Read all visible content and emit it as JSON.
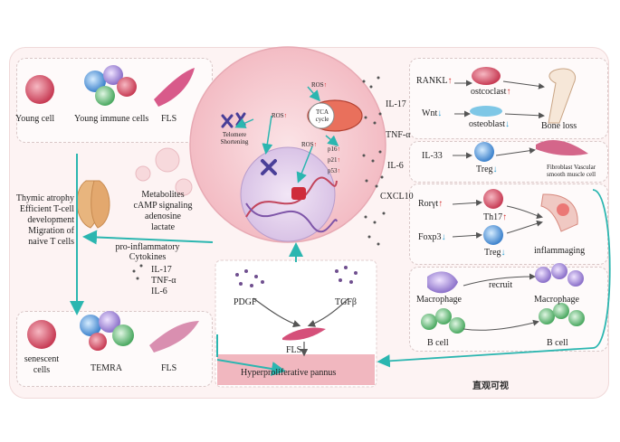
{
  "left_top": {
    "young_cell": "Young cell",
    "young_immune_cells": "Young immune cells",
    "fls": "FLS"
  },
  "left_middle": {
    "functions": [
      "Thymic atrophy",
      "Efficient T-cell",
      "development",
      "Migration of",
      "naive T cells"
    ],
    "metabolites": [
      "Metabolites",
      "cAMP signaling",
      "adenosine",
      "lactate"
    ],
    "pro_inflammatory": [
      "pro-inflammatory",
      "Cytokines"
    ],
    "cytokines": [
      "IL-17",
      "TNF-α",
      "IL-6"
    ]
  },
  "left_bottom": {
    "senescent": [
      "senescent",
      "cells"
    ],
    "temra": "TEMRA",
    "fls": "FLS"
  },
  "center": {
    "ros": "ROS",
    "tca": [
      "TCA",
      "cycle"
    ],
    "telomere": [
      "Telomere",
      "Shortening"
    ],
    "markers": [
      "p16",
      "p21",
      "p53"
    ],
    "pdgf": "PDGF",
    "tgfb": "TGFβ",
    "fls": "FLS",
    "pannus": "Hyperproliferative pannus"
  },
  "cytokine_column": [
    "IL-17",
    "TNF-α",
    "IL-6",
    "CXCL10"
  ],
  "right": {
    "rankl": "RANKL",
    "osteoclast": "ostcoclast",
    "wnt": "Wnt",
    "osteoblast": "osteoblast",
    "bone_loss": "Bone loss",
    "il33": "IL-33",
    "treg": "Treg",
    "fibroblast": [
      "Fibroblast Vascular",
      "smooth muscle cell"
    ],
    "roryt": "Rorγt",
    "th17": "Th17",
    "foxp3": "Foxp3",
    "treg2": "Treg",
    "inflammaging": "inflammaging",
    "macrophage": "Macrophage",
    "recruit": "recruit",
    "macrophage2": "Macrophage",
    "b_cell": "B cell",
    "b_cell2": "B cell"
  },
  "logo": "直观可视",
  "colors": {
    "teal_arrow": "#2bb6b0",
    "up_arrow": "#d32b2b",
    "down_arrow": "#2b9fd3",
    "frame_bg": "#fdf3f3",
    "nucleus_bg": "#f6c9cf"
  }
}
